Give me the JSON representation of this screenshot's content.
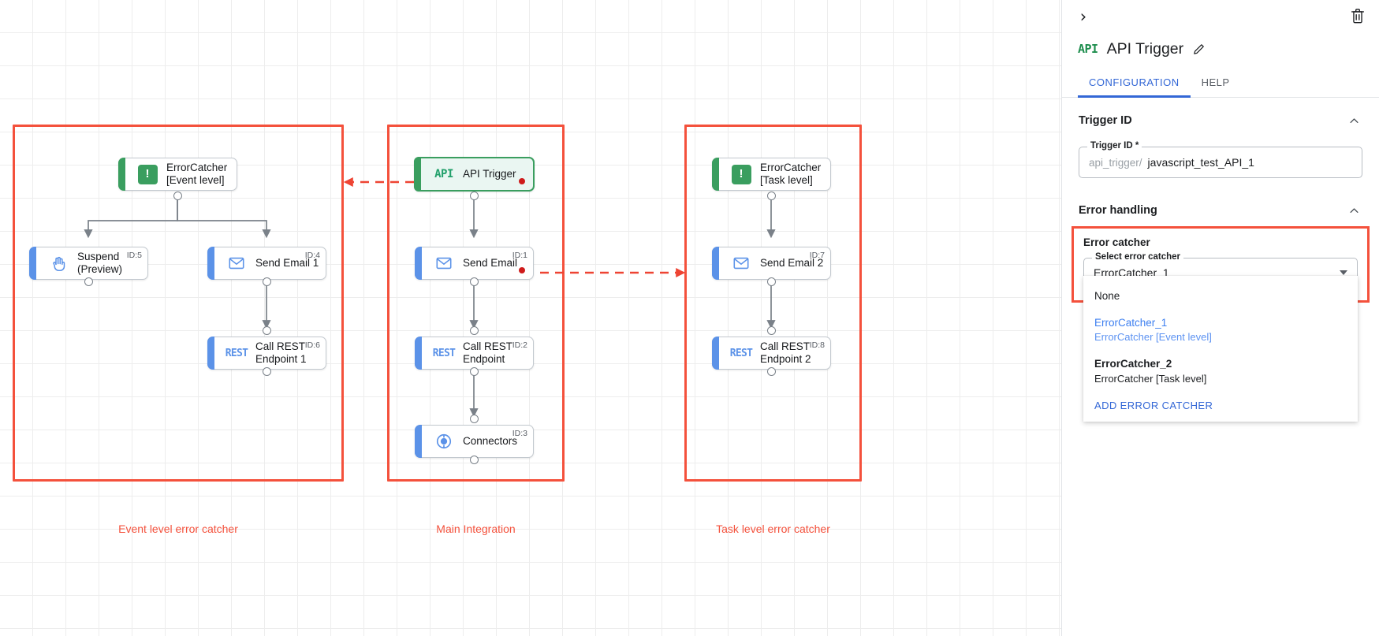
{
  "canvas": {
    "groups": [
      {
        "label": "Event level error catcher"
      },
      {
        "label": "Main Integration"
      },
      {
        "label": "Task level error catcher"
      }
    ],
    "nodes": [
      {
        "label": "ErrorCatcher\n[Event level]",
        "icon": "error-catcher-icon",
        "id": ""
      },
      {
        "label": "Suspend\n(Preview)",
        "icon": "hand-icon",
        "id": "ID:5"
      },
      {
        "label": "Send Email 1",
        "icon": "envelope-icon",
        "id": "ID:4"
      },
      {
        "label": "Call REST\nEndpoint 1",
        "icon": "rest-icon",
        "id": "ID:6"
      },
      {
        "label": "API Trigger",
        "icon": "api-icon",
        "id": ""
      },
      {
        "label": "Send Email",
        "icon": "envelope-icon",
        "id": "ID:1"
      },
      {
        "label": "Call REST\nEndpoint",
        "icon": "rest-icon",
        "id": "ID:2"
      },
      {
        "label": "Connectors",
        "icon": "connectors-icon",
        "id": "ID:3"
      },
      {
        "label": "ErrorCatcher\n[Task level]",
        "icon": "error-catcher-icon",
        "id": ""
      },
      {
        "label": "Send Email 2",
        "icon": "envelope-icon",
        "id": "ID:7"
      },
      {
        "label": "Call REST\nEndpoint 2",
        "icon": "rest-icon",
        "id": "ID:8"
      }
    ],
    "api_mark": "API",
    "rest_mark": "REST",
    "error_badge": "!"
  },
  "panel": {
    "icon": "API",
    "title": "API Trigger",
    "tabs": [
      {
        "label": "CONFIGURATION",
        "active": true
      },
      {
        "label": "HELP",
        "active": false
      }
    ],
    "trigger_id_section": {
      "heading": "Trigger ID",
      "field_legend": "Trigger ID *",
      "prefix": "api_trigger/",
      "value": "javascript_test_API_1"
    },
    "error_handling_section": {
      "heading": "Error handling",
      "box_title": "Error catcher",
      "select_legend": "Select error catcher",
      "select_value": "ErrorCatcher_1",
      "options": [
        {
          "main": "None",
          "sub": "",
          "selected": false,
          "bold": false
        },
        {
          "main": "ErrorCatcher_1",
          "sub": "ErrorCatcher [Event level]",
          "selected": true,
          "bold": false
        },
        {
          "main": "ErrorCatcher_2",
          "sub": "ErrorCatcher [Task level]",
          "selected": false,
          "bold": true
        }
      ],
      "action_label": "ADD ERROR CATCHER"
    }
  },
  "colors": {
    "accent_blue": "#5b92e8",
    "accent_green": "#3a9e5f",
    "error_red": "#f4513c",
    "link_blue": "#3367d6"
  }
}
